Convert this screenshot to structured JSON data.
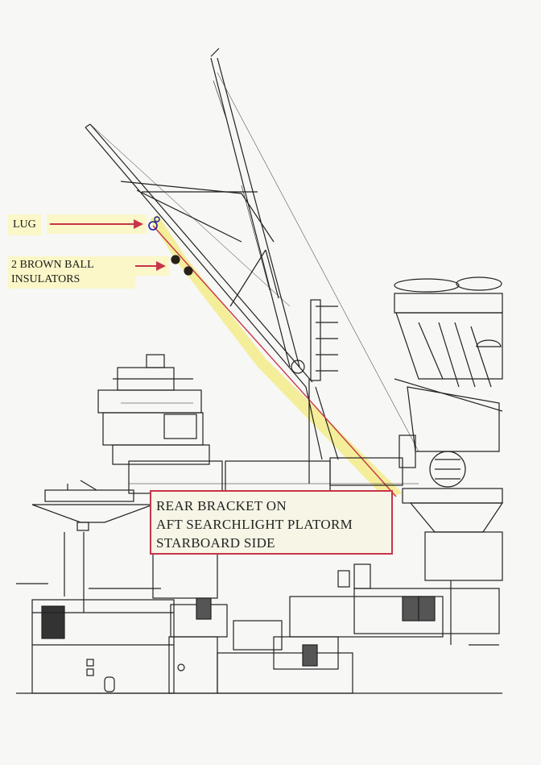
{
  "annotations": {
    "lug": "LUG",
    "insulators_line1": "2 BROWN BALL",
    "insulators_line2": "INSULATORS",
    "bracket_line1": "REAR BRACKET  ON",
    "bracket_line2": "AFT  SEARCHLIGHT PLATORM",
    "bracket_line3": "STARBOARD SIDE"
  },
  "colors": {
    "arrow": "#c8344a",
    "highlight": "#f3ec8a",
    "ink": "#222222",
    "insulator": "#2b2015"
  }
}
